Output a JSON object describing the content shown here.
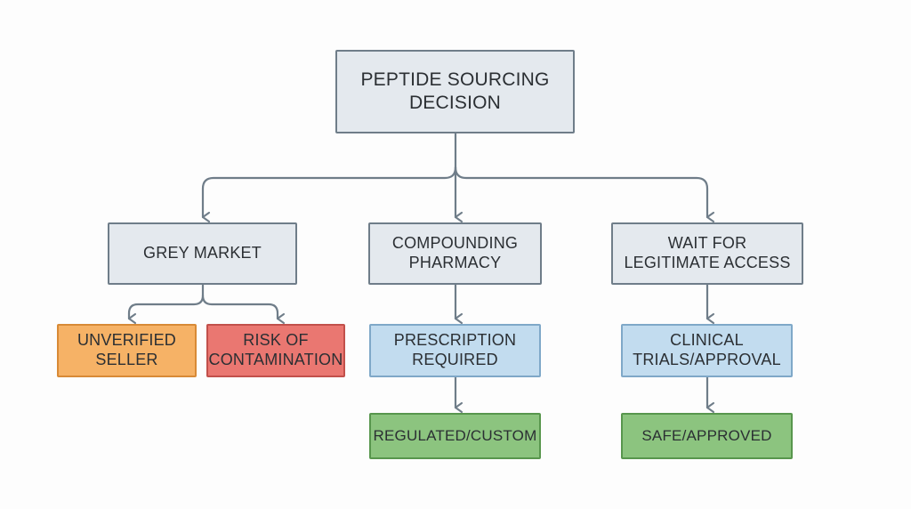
{
  "diagram": {
    "root": {
      "lines": [
        "PEPTIDE SOURCING",
        "DECISION"
      ]
    },
    "grey_market": {
      "lines": [
        "GREY MARKET"
      ]
    },
    "compounding_pharmacy": {
      "lines": [
        "COMPOUNDING",
        "PHARMACY"
      ]
    },
    "wait_legitimate": {
      "lines": [
        "WAIT FOR",
        "LEGITIMATE ACCESS"
      ]
    },
    "unverified_seller": {
      "lines": [
        "UNVERIFIED",
        "SELLER"
      ]
    },
    "risk_contamination": {
      "lines": [
        "RISK OF",
        "CONTAMINATION"
      ]
    },
    "prescription_required": {
      "lines": [
        "PRESCRIPTION",
        "REQUIRED"
      ]
    },
    "clinical_trials": {
      "lines": [
        "CLINICAL",
        "TRIALS/APPROVAL"
      ]
    },
    "regulated_custom": {
      "lines": [
        "REGULATED/CUSTOM"
      ]
    },
    "safe_approved": {
      "lines": [
        "SAFE/APPROVED"
      ]
    }
  },
  "colors": {
    "connector": "#6f7d89",
    "neutral_fill": "#e4e9ee",
    "warning_fill": "#f6b266",
    "danger_fill": "#ea7771",
    "info_fill": "#c2dcef",
    "success_fill": "#8cc47f"
  }
}
